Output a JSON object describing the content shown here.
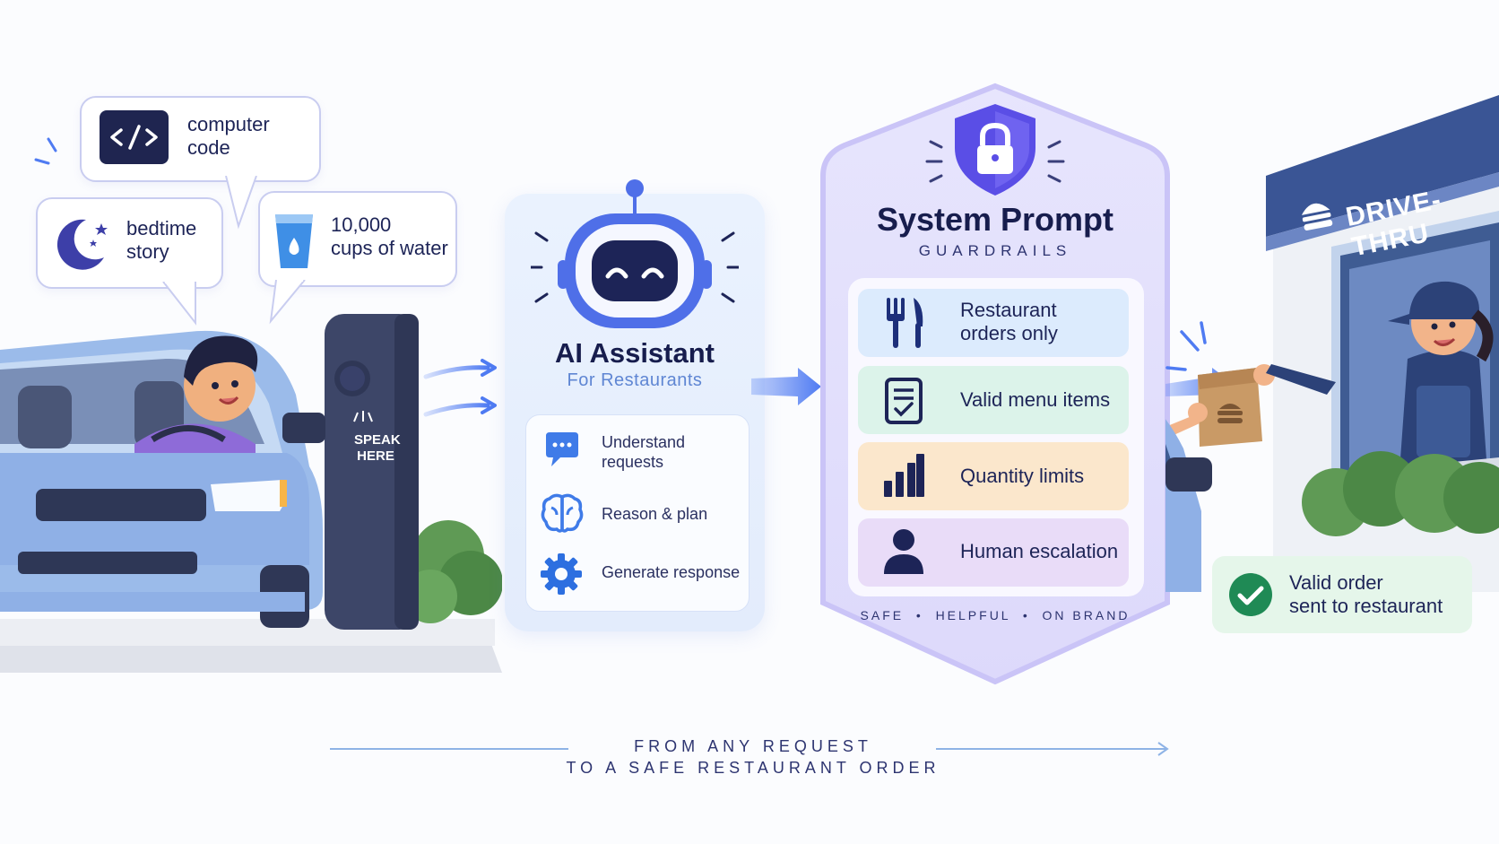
{
  "bubbles": {
    "code": "computer\ncode",
    "story": "bedtime\nstory",
    "water": "10,000\ncups of water"
  },
  "kiosk": {
    "label": "SPEAK\nHERE"
  },
  "assistant": {
    "title": "AI Assistant",
    "subtitle": "For Restaurants",
    "steps": [
      {
        "label": "Understand\nrequests",
        "icon": "chat-icon"
      },
      {
        "label": "Reason & plan",
        "icon": "brain-icon"
      },
      {
        "label": "Generate response",
        "icon": "gear-icon"
      }
    ]
  },
  "system_prompt": {
    "title": "System Prompt",
    "subtitle": "GUARDRAILS",
    "rules": [
      {
        "label": "Restaurant\norders only",
        "icon": "fork-knife-icon",
        "color": "#dcebfd"
      },
      {
        "label": "Valid menu items",
        "icon": "checklist-icon",
        "color": "#dcf3ea"
      },
      {
        "label": "Quantity limits",
        "icon": "bar-chart-icon",
        "color": "#fbe7cc"
      },
      {
        "label": "Human escalation",
        "icon": "person-icon",
        "color": "#e9dcf8"
      }
    ],
    "footer": "SAFE  •  HELPFUL  •  ON BRAND"
  },
  "drive_thru": {
    "sign": "DRIVE-THRU",
    "confirmation": "Valid order\nsent to restaurant"
  },
  "caption": {
    "line1": "FROM ANY REQUEST",
    "line2": "TO A SAFE RESTAURANT ORDER"
  },
  "colors": {
    "navy": "#1d2457",
    "accent_blue": "#4f7bf2",
    "shield_purple": "#8d7cf0",
    "success_green": "#1f8a55"
  }
}
